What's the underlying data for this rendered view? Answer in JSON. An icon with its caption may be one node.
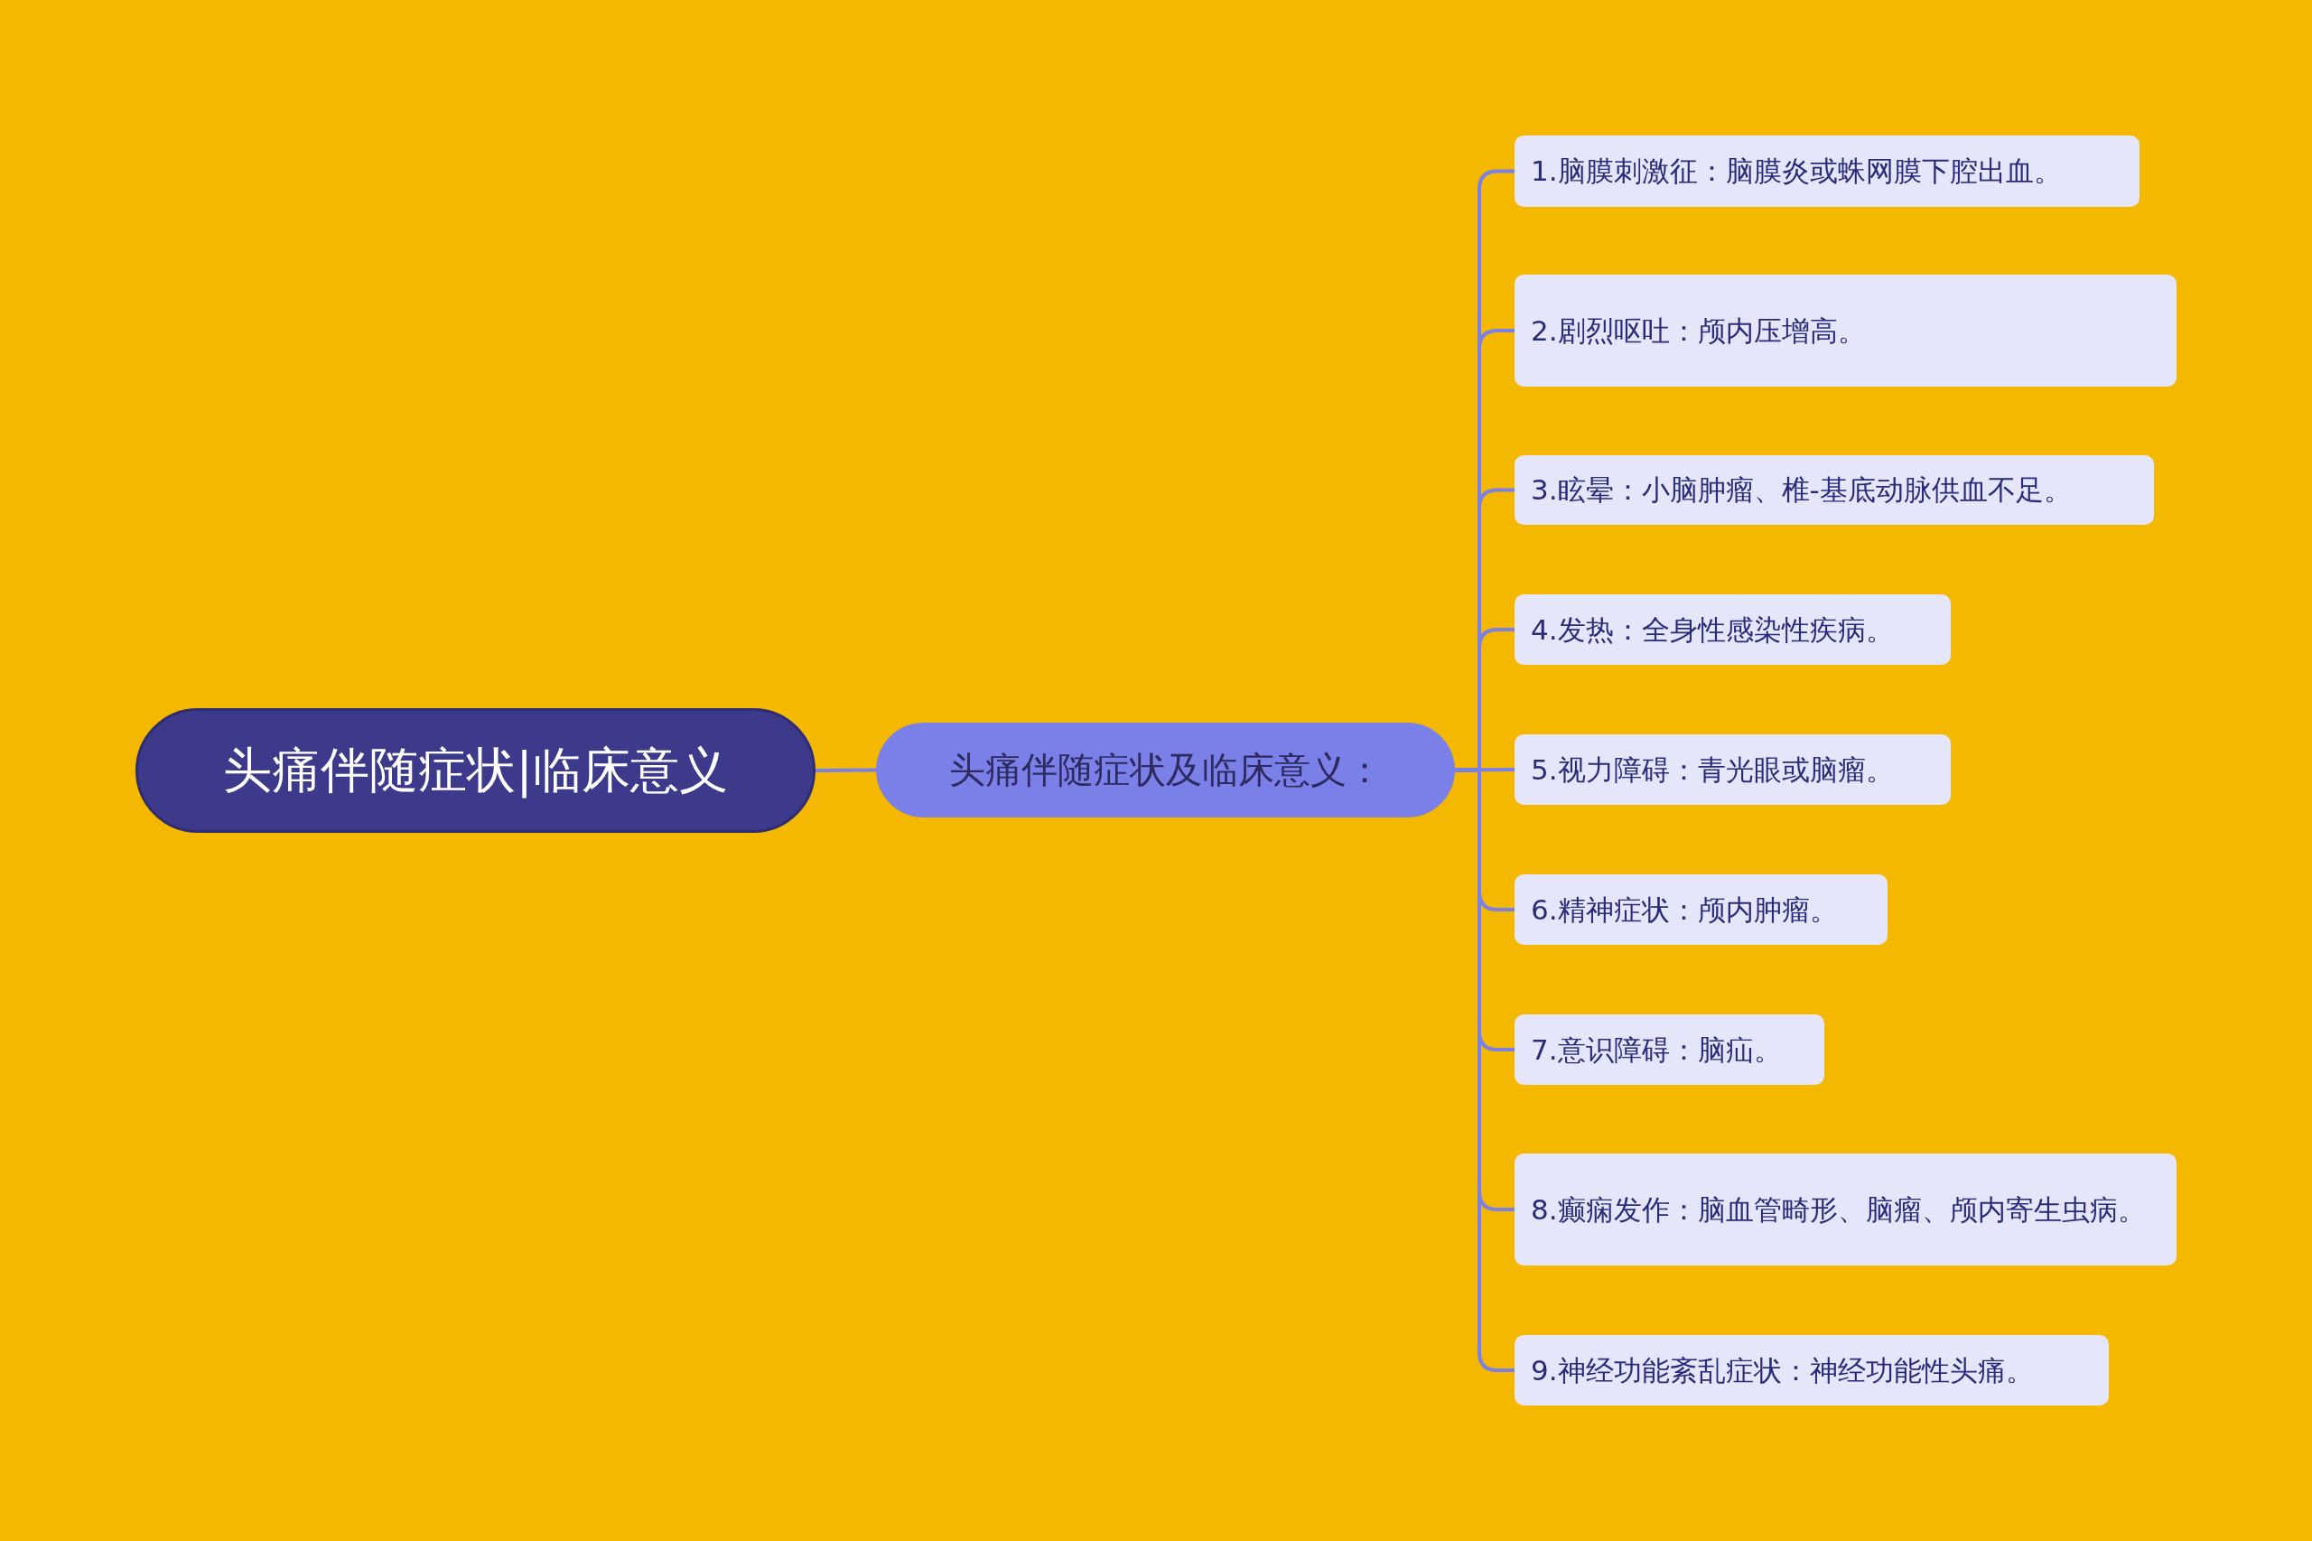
{
  "diagram": {
    "nodes": [
      {
        "text": [
          "头痛伴随症状|临床意义"
        ]
      },
      {
        "text": [
          "头痛伴随症状及临床意义："
        ]
      },
      {
        "text": [
          "1.脑膜刺激征：脑膜炎或蛛网膜下腔出血。"
        ]
      },
      {
        "text": [
          "2.剧烈呕吐：颅内压增高。"
        ]
      },
      {
        "text": [
          "3.眩晕：小脑肿瘤、椎-基底动脉供血不足。"
        ]
      },
      {
        "text": [
          "4.发热：全身性感染性疾病。"
        ]
      },
      {
        "text": [
          "5.视力障碍：青光眼或脑瘤。"
        ]
      },
      {
        "text": [
          "6.精神症状：颅内肿瘤。"
        ]
      },
      {
        "text": [
          "7.意识障碍：脑疝。"
        ]
      },
      {
        "text": [
          "8.癫痫发作：脑血管畸形、脑瘤、颅内寄生虫病。"
        ]
      },
      {
        "text": [
          "9.神经功能紊乱症状：神经功能性头痛。"
        ]
      }
    ],
    "edges": [
      {
        "from": 0,
        "to": 1,
        "arrow": "none"
      },
      {
        "from": 1,
        "to": 2,
        "arrow": "none"
      },
      {
        "from": 1,
        "to": 3,
        "arrow": "none"
      },
      {
        "from": 1,
        "to": 4,
        "arrow": "none"
      },
      {
        "from": 1,
        "to": 5,
        "arrow": "none"
      },
      {
        "from": 1,
        "to": 6,
        "arrow": "none"
      },
      {
        "from": 1,
        "to": 7,
        "arrow": "none"
      },
      {
        "from": 1,
        "to": 8,
        "arrow": "none"
      },
      {
        "from": 1,
        "to": 9,
        "arrow": "none"
      },
      {
        "from": 1,
        "to": 10,
        "arrow": "none"
      }
    ]
  }
}
